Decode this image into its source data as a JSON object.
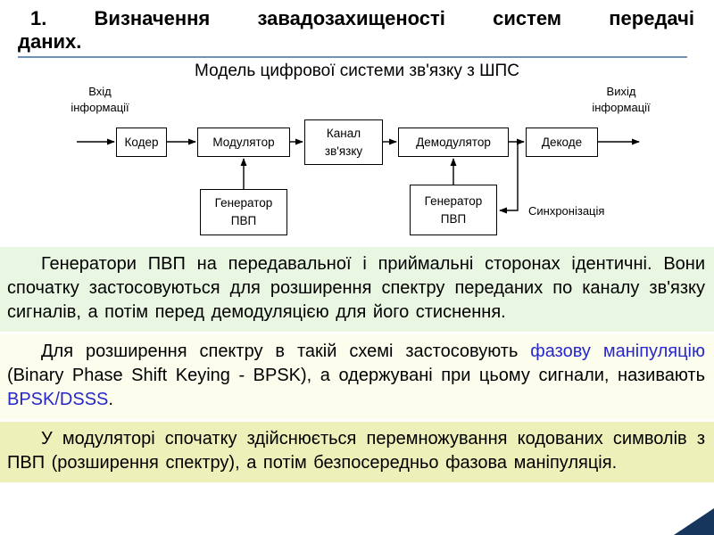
{
  "slide": {
    "title_line1": "1. Визначення завадозахищеності систем передачі",
    "title_line2": "даних.",
    "subtitle": "Модель цифрової системи зв'язку з ШПС"
  },
  "diagram": {
    "input_label": "Вхід\nінформації",
    "output_label": "Вихід\nінформації",
    "sync_label": "Синхронізація",
    "blocks": {
      "coder": "Кодер",
      "modulator": "Модулятор",
      "channel": "Канал\nзв'язку",
      "demodulator": "Демодулятор",
      "decoder": "Декоде",
      "generator_tx": "Генератор\nПВП",
      "generator_rx": "Генератор\nПВП"
    }
  },
  "paragraphs": {
    "generators": "Генератори ПВП на передавальної і приймальні сторонах ідентичні. Вони спочатку застосовуються для розширення спектру переданих по каналу зв'язку сигналів, а потім перед демодуляцією для його стиснення.",
    "bpsk": {
      "seg1": "Для розширення спектру в такій схемі застосовують ",
      "link1": "фазову маніпуляцію",
      "seg2": " (Binary Phase Shift Keying - BPSK), а одержувані при цьому сигнали, називають ",
      "link2": "BPSK/DSSS",
      "seg3": "."
    },
    "modulator": "У модуляторі спочатку здійснюється перемножування кодованих символів з ПВП (розширення спектру), а потім безпосередньо фазова маніпуляція."
  },
  "colors": {
    "link_blue": "#2727cc",
    "divider_blue": "#6f93b8",
    "para1_bg": "#e9f6e1",
    "para2_bg": "#fcfdec",
    "para3_bg": "#eef0b9",
    "corner_navy": "#17365d"
  }
}
